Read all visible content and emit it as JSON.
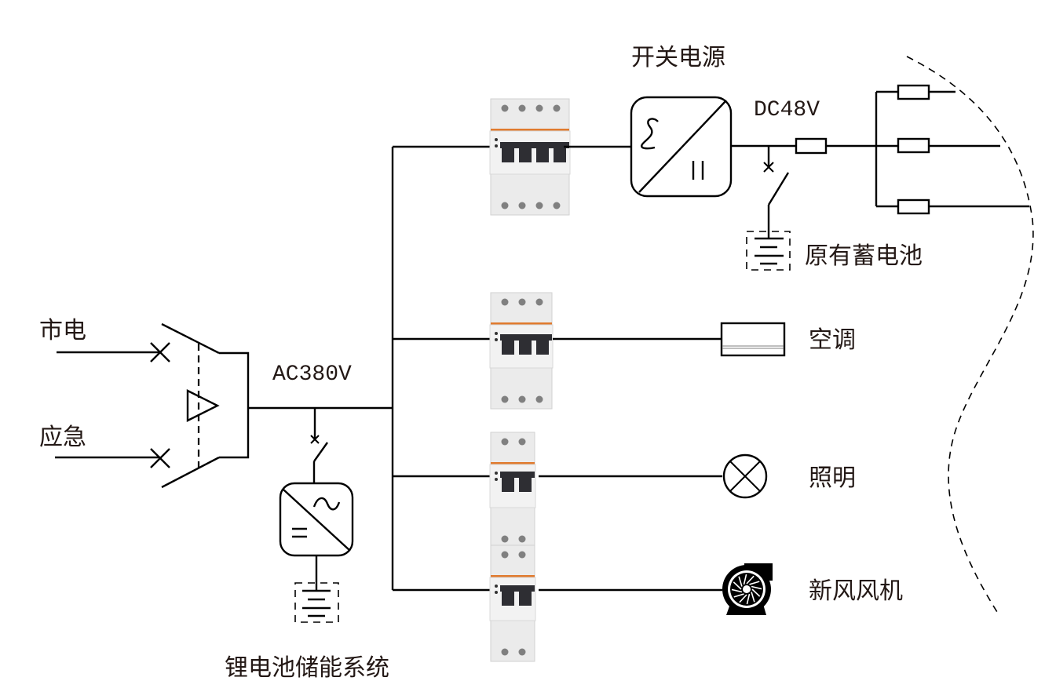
{
  "diagram": {
    "title": "",
    "sources": {
      "grid_label": "市电",
      "emergency_label": "应急"
    },
    "ac_bus_label": "AC380V",
    "dc_bus_label": "DC48V",
    "storage_label": "锂电池储能系统",
    "psu_label": "开关电源",
    "existing_battery_label": "原有蓄电池",
    "loads": [
      {
        "label": "空调",
        "icon": "air-conditioner-icon",
        "breaker_poles": 3
      },
      {
        "label": "照明",
        "icon": "lamp-icon",
        "breaker_poles": 2
      },
      {
        "label": "新风风机",
        "icon": "fan-blower-icon",
        "breaker_poles": 2
      }
    ],
    "psu_breaker_poles": 4,
    "dc_branch_count": 3,
    "colors": {
      "line": "#000000",
      "text": "#231815",
      "breaker_stripe": "#e07a2e",
      "breaker_body": "#ebebeb"
    }
  }
}
